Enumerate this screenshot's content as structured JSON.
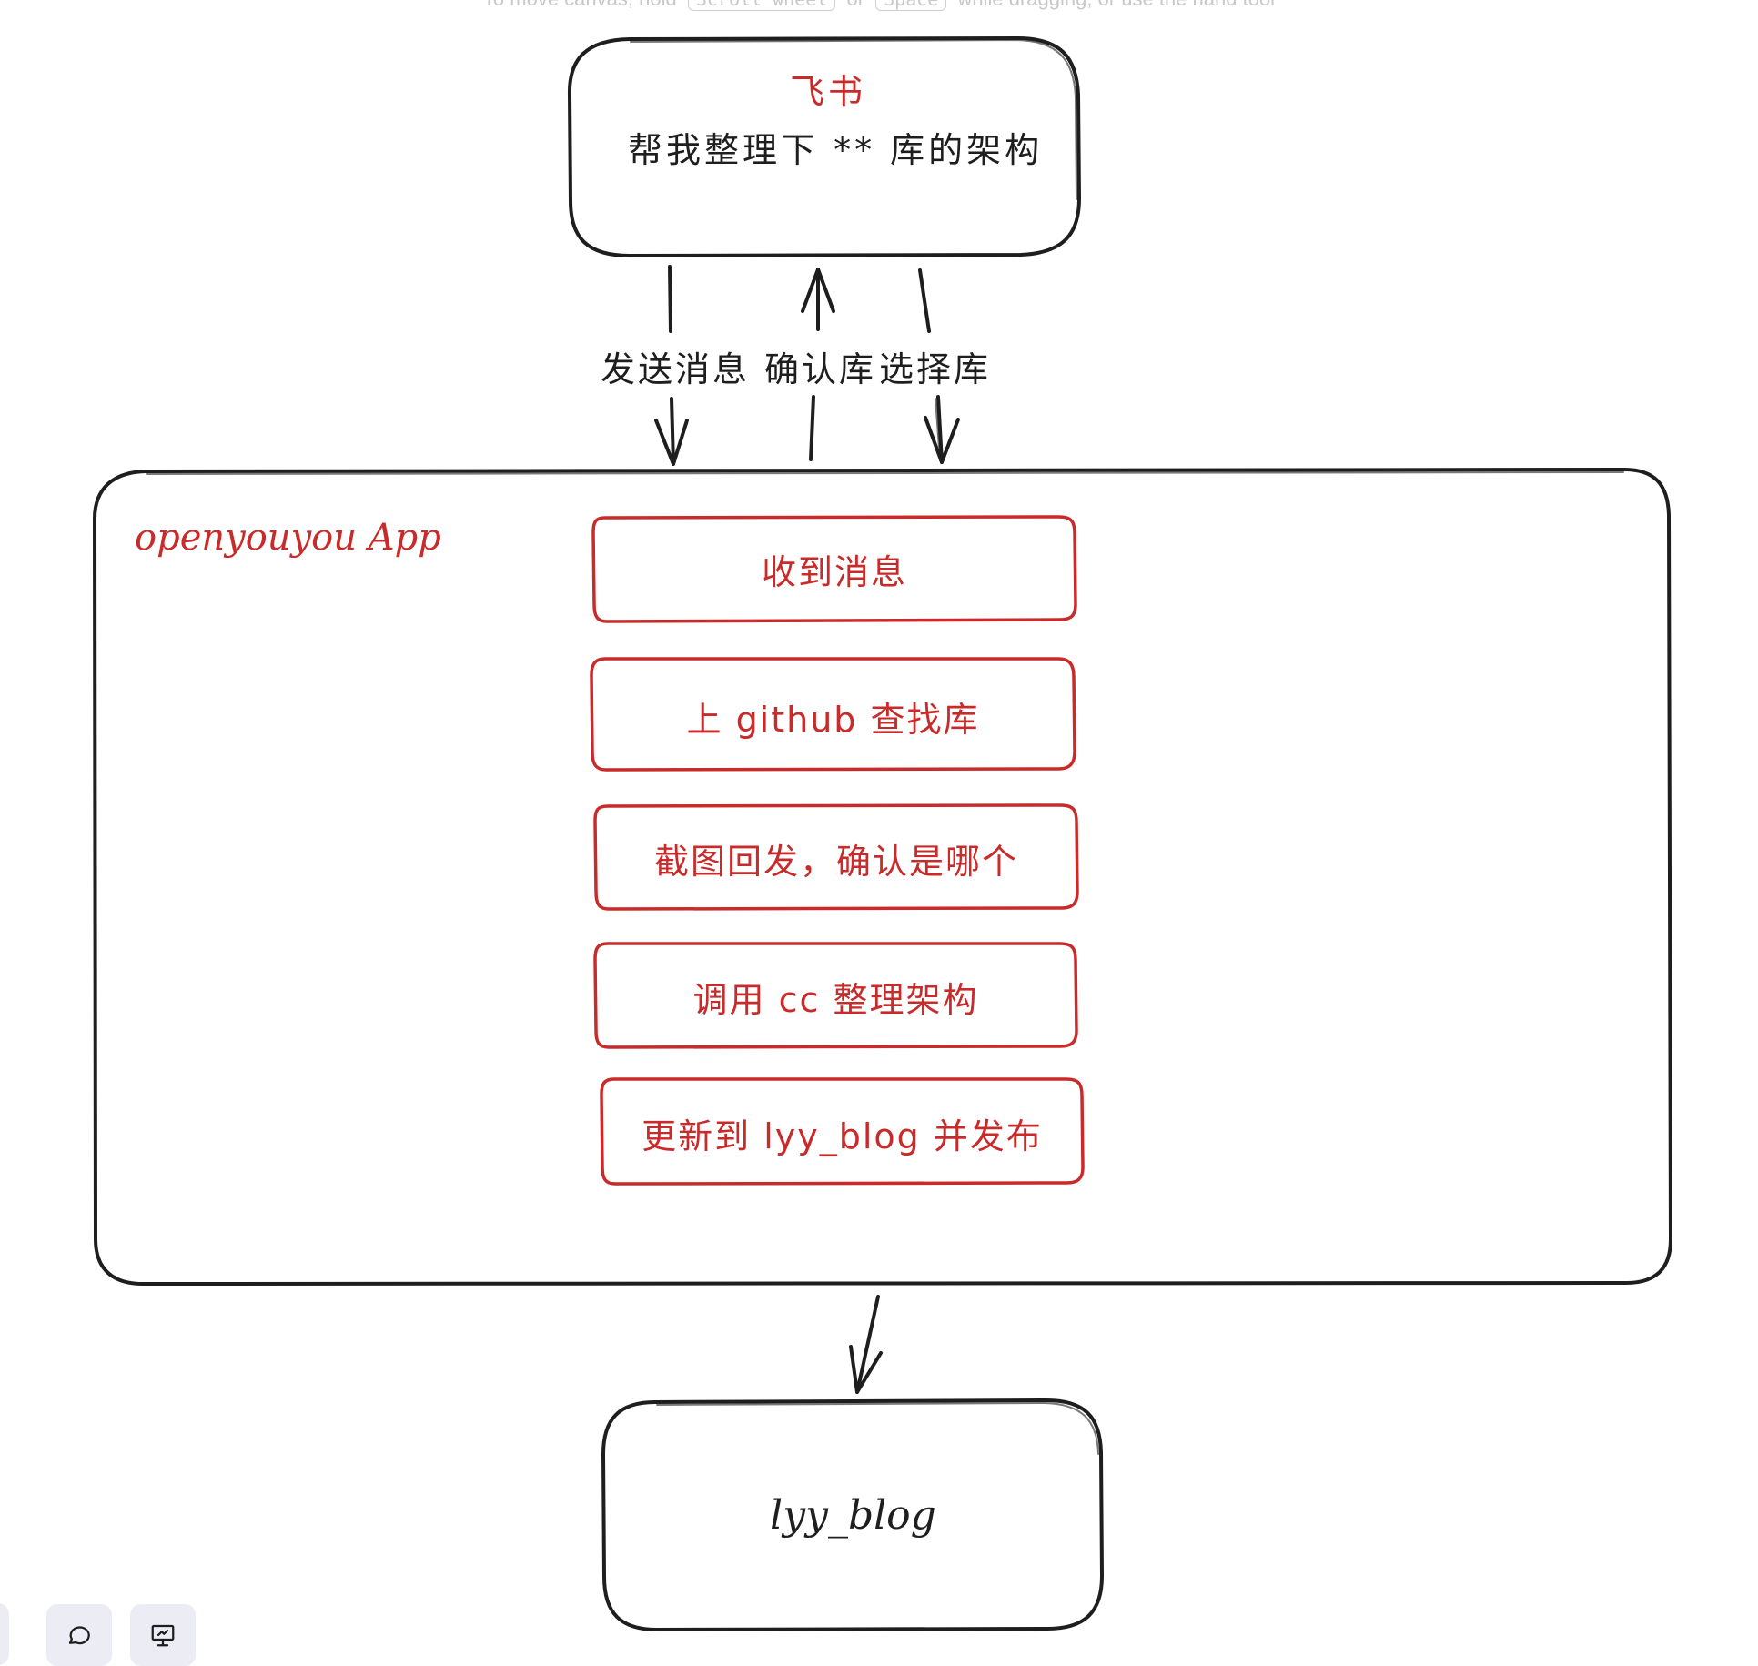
{
  "canvas_hint": {
    "prefix": "To move canvas, hold",
    "key1": "Scroll wheel",
    "middle": "or",
    "key2": "Space",
    "suffix": "while dragging, or use the hand tool"
  },
  "feishu_box": {
    "title": "飞书",
    "message": "帮我整理下 ** 库的架构"
  },
  "edge_labels": {
    "send": "发送消息",
    "confirm": "确认库",
    "select": "选择库"
  },
  "app_box": {
    "title": "openyouyou App",
    "steps": [
      "收到消息",
      "上 github 查找库",
      "截图回发，确认是哪个",
      "调用 cc 整理架构",
      "更新到 lyy_blog 并发布"
    ]
  },
  "blog_box": {
    "label": "lyy_blog"
  },
  "toolbar": {
    "items": [
      "comment-icon",
      "presentation-icon"
    ]
  },
  "colors": {
    "stroke": "#1e1e1e",
    "accent_red": "#c92a2a"
  }
}
